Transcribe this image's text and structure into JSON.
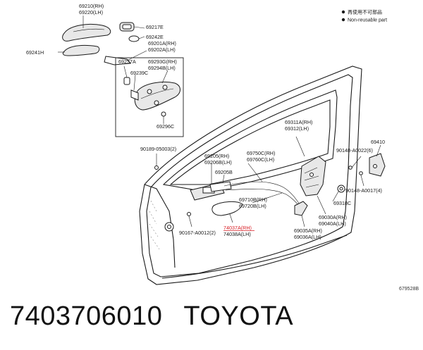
{
  "legend": [
    {
      "symbol": "●",
      "text": "再使用不可部品"
    },
    {
      "symbol": "●",
      "text": "Non-reusable part"
    }
  ],
  "labels": [
    {
      "id": "l69210",
      "text": "69210(RH)"
    },
    {
      "id": "l69220",
      "text": "69220(LH)"
    },
    {
      "id": "l69217E",
      "text": "69217E"
    },
    {
      "id": "l69242E",
      "text": "69242E"
    },
    {
      "id": "l69201A",
      "text": "69201A(RH)"
    },
    {
      "id": "l69202A",
      "text": "69202A(LH)"
    },
    {
      "id": "l69241H",
      "text": "69241H"
    },
    {
      "id": "l69237A",
      "text": "69237A"
    },
    {
      "id": "l69293G",
      "text": "69293G(RH)"
    },
    {
      "id": "l69294B",
      "text": "69294B(LH)"
    },
    {
      "id": "l69239C",
      "text": "69239C"
    },
    {
      "id": "l69296C",
      "text": "69296C"
    },
    {
      "id": "l69311A",
      "text": "69311A(RH)"
    },
    {
      "id": "l69312",
      "text": "69312(LH)"
    },
    {
      "id": "l69410",
      "text": "69410"
    },
    {
      "id": "l90189",
      "text": "90189-05003(2)"
    },
    {
      "id": "l69205",
      "text": "69205(RH)"
    },
    {
      "id": "l69206B",
      "text": "69206B(LH)"
    },
    {
      "id": "l69750C",
      "text": "69750C(RH)"
    },
    {
      "id": "l69760C",
      "text": "69760C(LH)"
    },
    {
      "id": "l90148a",
      "text": "90148-A0022(6)"
    },
    {
      "id": "l69205B",
      "text": "69205B"
    },
    {
      "id": "l90148b",
      "text": "90148-A0017(4)"
    },
    {
      "id": "l69710B",
      "text": "69710B(RH)"
    },
    {
      "id": "l69720B",
      "text": "69720B(LH)"
    },
    {
      "id": "l69318C",
      "text": "69318C"
    },
    {
      "id": "l69030A",
      "text": "69030A(RH)"
    },
    {
      "id": "l69040A",
      "text": "69040A(LH)"
    },
    {
      "id": "l90167",
      "text": "90167-A0012(2)"
    },
    {
      "id": "l74037A",
      "text": "74037A(RH)",
      "highlight": true
    },
    {
      "id": "l74038A",
      "text": "74038A(LH)"
    },
    {
      "id": "l69035A",
      "text": "69035A(RH)"
    },
    {
      "id": "l69036A",
      "text": "69036A(LH)"
    }
  ],
  "figure_number": "679528B",
  "caption": {
    "part_number": "7403706010",
    "brand": "TOYOTA"
  },
  "colors": {
    "highlight": "#d81f26",
    "ink": "#1a1a1a"
  }
}
